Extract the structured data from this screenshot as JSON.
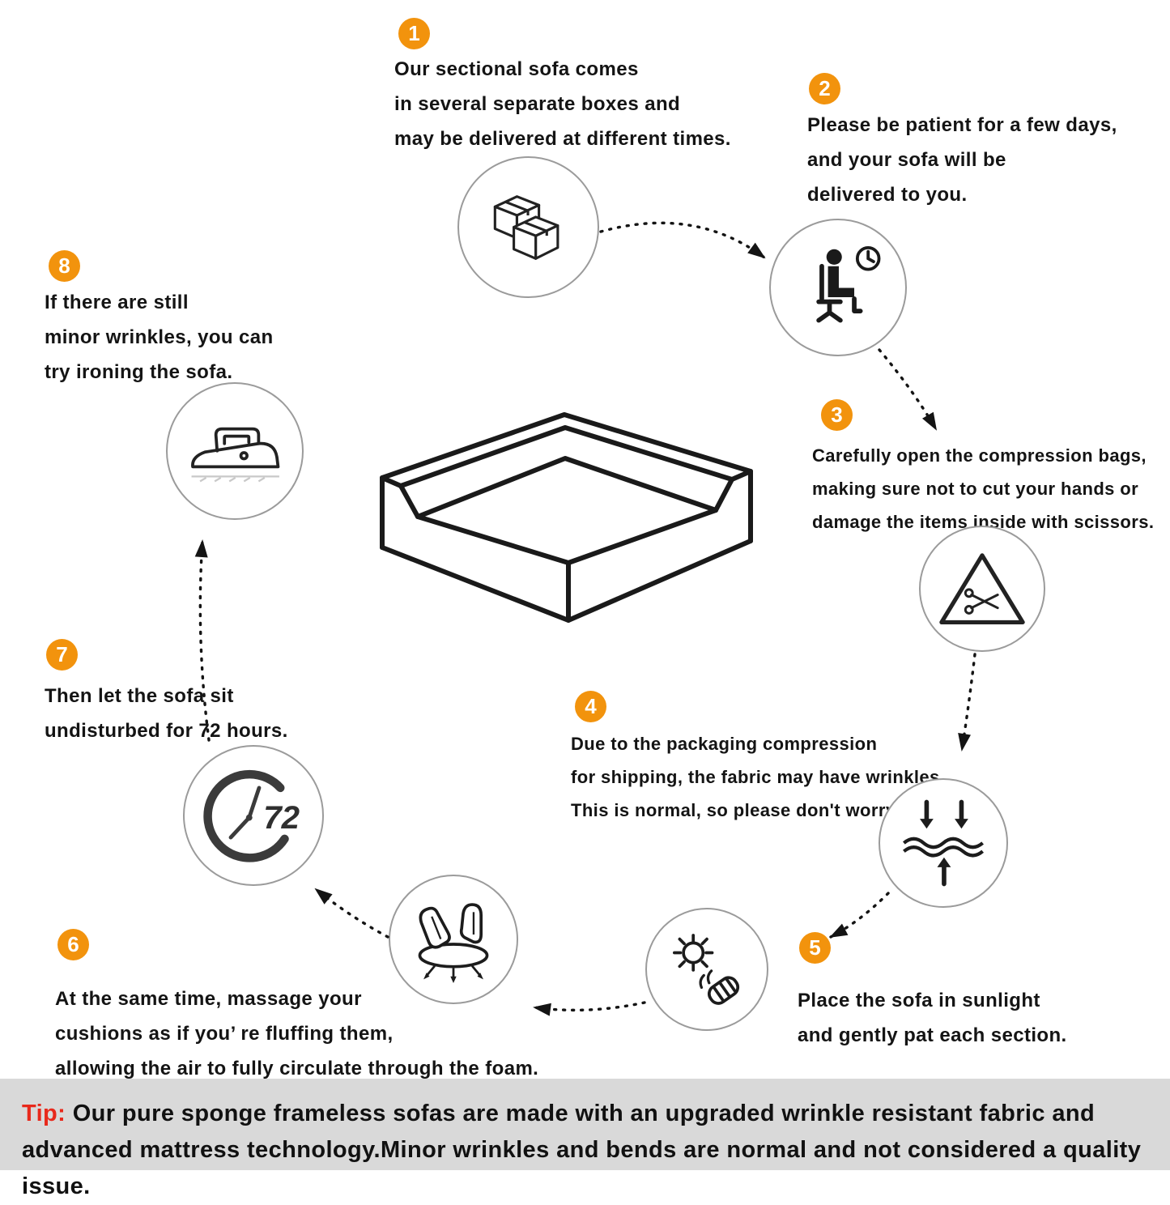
{
  "colors": {
    "accent": "#F2930D",
    "tip_label_color": "#E8291C",
    "tip_bg": "#D9D9D9"
  },
  "steps": [
    {
      "num": "1",
      "icon": "shipping-boxes-icon",
      "lines": [
        "Our sectional sofa comes",
        "in several separate boxes and",
        "may be delivered at different times."
      ]
    },
    {
      "num": "2",
      "icon": "person-waiting-clock-icon",
      "lines": [
        "Please be patient for a few days,",
        "and your sofa will be",
        "delivered to you."
      ]
    },
    {
      "num": "3",
      "icon": "scissors-warning-icon",
      "lines": [
        "Carefully open the compression bags,",
        "making sure not to cut your hands or",
        "damage the items inside with scissors."
      ]
    },
    {
      "num": "4",
      "icon": "fabric-compression-icon",
      "lines": [
        "Due to the packaging compression",
        "for shipping, the fabric may have wrinkles.",
        "This is normal, so please don't worry."
      ]
    },
    {
      "num": "5",
      "icon": "sunlight-pat-icon",
      "lines": [
        "Place the sofa in sunlight",
        "and gently pat each section."
      ]
    },
    {
      "num": "6",
      "icon": "massage-cushion-icon",
      "lines": [
        "At the same time, massage your",
        "cushions as if you’ re fluffing them,",
        "allowing the air to fully circulate through the foam."
      ]
    },
    {
      "num": "7",
      "icon": "clock-72-hours-icon",
      "lines": [
        "Then let the sofa sit",
        "undisturbed for 72 hours."
      ]
    },
    {
      "num": "8",
      "icon": "iron-icon",
      "lines": [
        "If there are still",
        "minor wrinkles, you can",
        "try ironing the sofa."
      ]
    }
  ],
  "clock_hours_label": "72",
  "center_illustration": "corner-sofa-line-drawing",
  "tip": {
    "label": "Tip:",
    "text": " Our pure sponge frameless sofas are made with an upgraded wrinkle resistant fabric and advanced mattress technology.Minor wrinkles and bends are normal and not considered a quality issue."
  }
}
